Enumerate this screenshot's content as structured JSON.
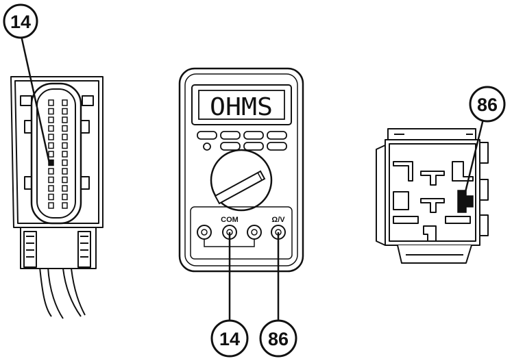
{
  "meter": {
    "display": "OHMS",
    "jack_labels": {
      "com": "COM",
      "ohm_volt": "Ω/V"
    }
  },
  "callouts": {
    "connector_pin": "14",
    "relay_terminal": "86",
    "meter_com_lead": "14",
    "meter_ohm_lead": "86"
  }
}
